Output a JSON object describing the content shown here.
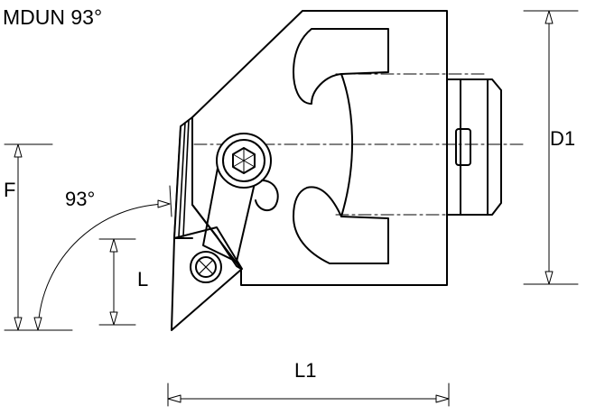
{
  "title": "MDUN 93°",
  "dimensions": {
    "d1": "D1",
    "f": "F",
    "angle": "93°",
    "l": "L",
    "l1": "L1"
  },
  "colors": {
    "line": "#000000",
    "background": "#ffffff"
  }
}
